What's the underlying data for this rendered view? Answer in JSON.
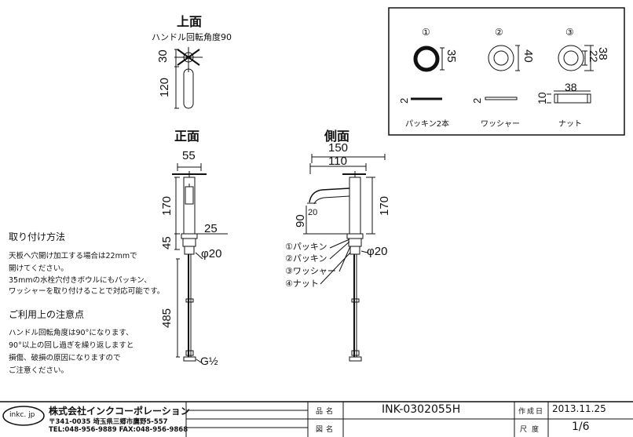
{
  "views": {
    "top": {
      "title": "上面",
      "note": "ハンドル回転角度90",
      "dim_a": "30",
      "dim_b": "120"
    },
    "front": {
      "title": "正面",
      "width": "55",
      "height_body": "170",
      "base": "45",
      "spout_offset": "25",
      "hole_dia": "φ20",
      "hose": "485",
      "thread": "G½"
    },
    "side": {
      "title": "側面",
      "overall": "150",
      "reach": "110",
      "height": "170",
      "spout_height": "90",
      "spout_dia": "20",
      "hole_dia": "φ20"
    }
  },
  "parts_callouts": [
    {
      "num": "①",
      "label": "パッキン"
    },
    {
      "num": "②",
      "label": "パッキン"
    },
    {
      "num": "③",
      "label": "ワッシャー"
    },
    {
      "num": "④",
      "label": "ナット"
    }
  ],
  "parts_box": {
    "items": [
      {
        "num": "①",
        "dia": "35",
        "thick": "2",
        "caption": "パッキン2本"
      },
      {
        "num": "②",
        "dia": "40",
        "thick": "2",
        "caption": "ワッシャー"
      },
      {
        "num": "③",
        "dia_outer": "38",
        "dia_inner": "22",
        "width": "38",
        "height": "10",
        "caption": "ナット"
      }
    ]
  },
  "install": {
    "heading": "取り付け方法",
    "lines": [
      "天板へ穴開け加工する場合は22mmで",
      "開けてください。",
      "35mmの水栓穴付きボウルにもパッキン、",
      "ワッシャーを取り付けることで対応可能です。"
    ]
  },
  "cautions": {
    "heading": "ご利用上の注意点",
    "lines": [
      "ハンドル回転角度は90°になります、",
      "90°以上の回し過ぎを繰り返しますと",
      "損傷、破損の原因になりますので",
      "ご注意ください。"
    ]
  },
  "title_block": {
    "logo": "inkc. jp",
    "company": "株式会社インクコーポレーション",
    "address": "〒341-0035 埼玉県三郷市鷹野5-557",
    "contact": "TEL:048-956-9889 FAX:048-956-9868",
    "product_name_label": "品名",
    "product_name": "INK-0302055H",
    "drawing_label": "図名",
    "drawing_name": "",
    "date_label": "作成日",
    "date": "2013.11.25",
    "scale_label": "尺度",
    "scale": "1/6"
  }
}
